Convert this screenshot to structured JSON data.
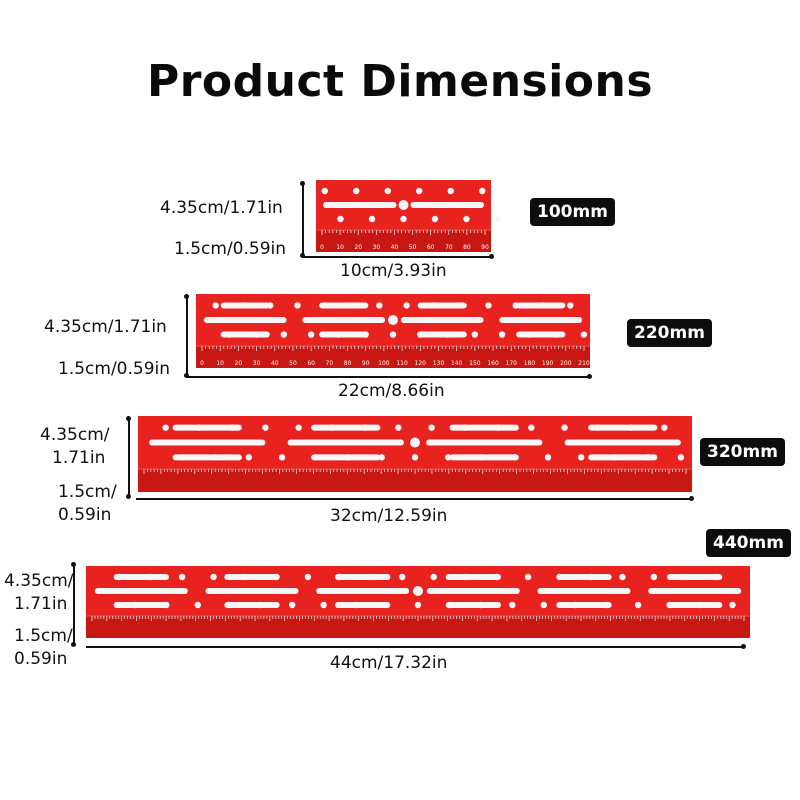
{
  "title": "Product Dimensions",
  "colors": {
    "rail_top": "#e8221e",
    "rail_front": "#c81612",
    "rail_edge": "#f0524a",
    "badge_bg": "#0d0d0d"
  },
  "rails": [
    {
      "badge": "100mm",
      "height_label": "4.35cm/1.71in",
      "thickness_label": "1.5cm/0.59in",
      "length_label": "10cm/3.93in",
      "scale": [
        "0",
        "10",
        "20",
        "30",
        "40",
        "50",
        "60",
        "70",
        "80",
        "90"
      ]
    },
    {
      "badge": "220mm",
      "height_label": "4.35cm/1.71in",
      "thickness_label": "1.5cm/0.59in",
      "length_label": "22cm/8.66in",
      "scale": [
        "0",
        "10",
        "20",
        "30",
        "40",
        "50",
        "60",
        "70",
        "80",
        "90",
        "100",
        "110",
        "120",
        "130",
        "140",
        "150",
        "160",
        "170",
        "180",
        "190",
        "200",
        "210"
      ]
    },
    {
      "badge": "320mm",
      "height_label": "4.35cm/\n1.71in",
      "height_label_line1": "4.35cm/",
      "height_label_line2": "1.71in",
      "thickness_label_line1": "1.5cm/",
      "thickness_label_line2": "0.59in",
      "length_label": "32cm/12.59in"
    },
    {
      "badge": "440mm",
      "height_label_line1": "4.35cm/",
      "height_label_line2": "1.71in",
      "thickness_label_line1": "1.5cm/",
      "thickness_label_line2": "0.59in",
      "length_label": "44cm/17.32in"
    }
  ]
}
